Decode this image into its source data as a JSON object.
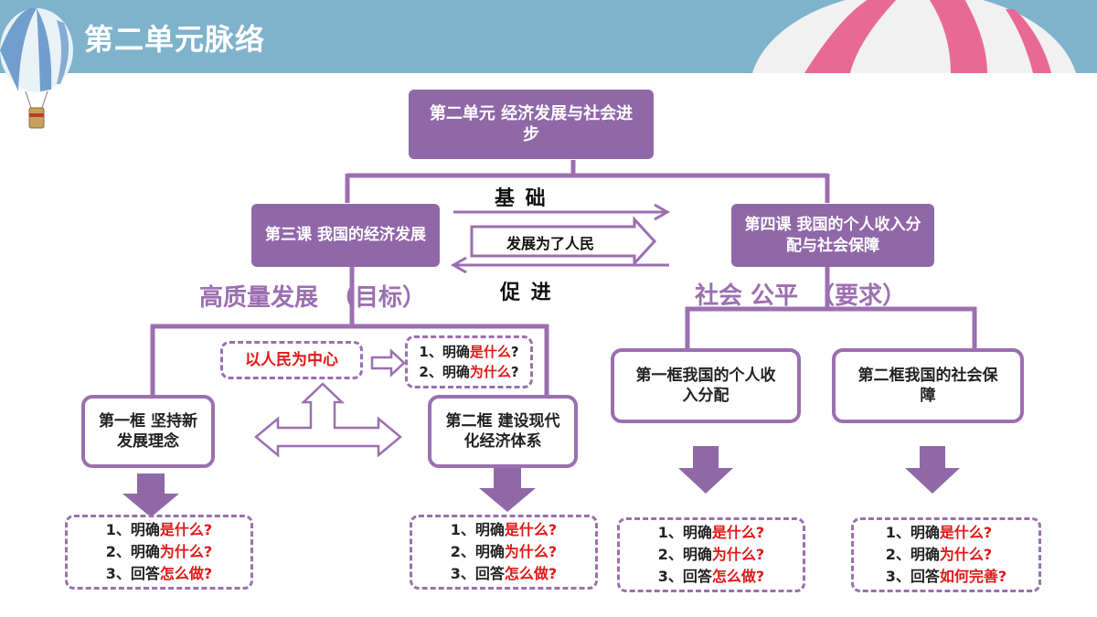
{
  "header": {
    "title": "第二单元脉络"
  },
  "root": {
    "label": "第二单元  经济发展与社会进步"
  },
  "lesson3": {
    "label": "第三课  我国的经济发展"
  },
  "lesson4": {
    "label": "第四课  我国的个人收入分配与社会保障"
  },
  "relations": {
    "basis": "基        础",
    "center": "发展为了人民",
    "promote": "促        进"
  },
  "left_theme": {
    "text": "高质量发展",
    "note": "（目标）"
  },
  "right_theme": {
    "text": "社会 公平",
    "note": "（要求）"
  },
  "people_center": {
    "label": "以人民为中心"
  },
  "mid_questions": {
    "q1_pre": "1、明确",
    "q1_red": "是什么",
    "q1_post": "?",
    "q2_pre": "2、明确",
    "q2_red": "为什么",
    "q2_post": "?"
  },
  "frames": [
    {
      "label": "第一框 坚持新发展理念"
    },
    {
      "label": "第二框  建设现代化经济体系"
    },
    {
      "label": "第一框我国的个人收入分配"
    },
    {
      "label": "第二框我国的社会保障"
    }
  ],
  "questions": [
    {
      "q1_pre": "1、明确",
      "q1_red": "是什么?",
      "q2_pre": "2、明确",
      "q2_red": "为什么?",
      "q3_pre": "3、回答",
      "q3_red": "怎么做?"
    },
    {
      "q1_pre": "1、明确",
      "q1_red": "是什么?",
      "q2_pre": "2、明确",
      "q2_red": "为什么?",
      "q3_pre": "3、回答",
      "q3_red": "怎么做?"
    },
    {
      "q1_pre": "1、明确",
      "q1_red": "是什么?",
      "q2_pre": "2、明确",
      "q2_red": "为什么?",
      "q3_pre": "3、回答",
      "q3_red": "怎么做?"
    },
    {
      "q1_pre": "1、明确",
      "q1_red": "是什么?",
      "q2_pre": "2、明确",
      "q2_red": "为什么?",
      "q3_pre": "3、回答",
      "q3_red": "如何完善?"
    }
  ],
  "colors": {
    "primary": "#9068a8",
    "outline": "#9c6fb0",
    "accent_red": "#e01818",
    "banner": "#7fb3cc"
  }
}
